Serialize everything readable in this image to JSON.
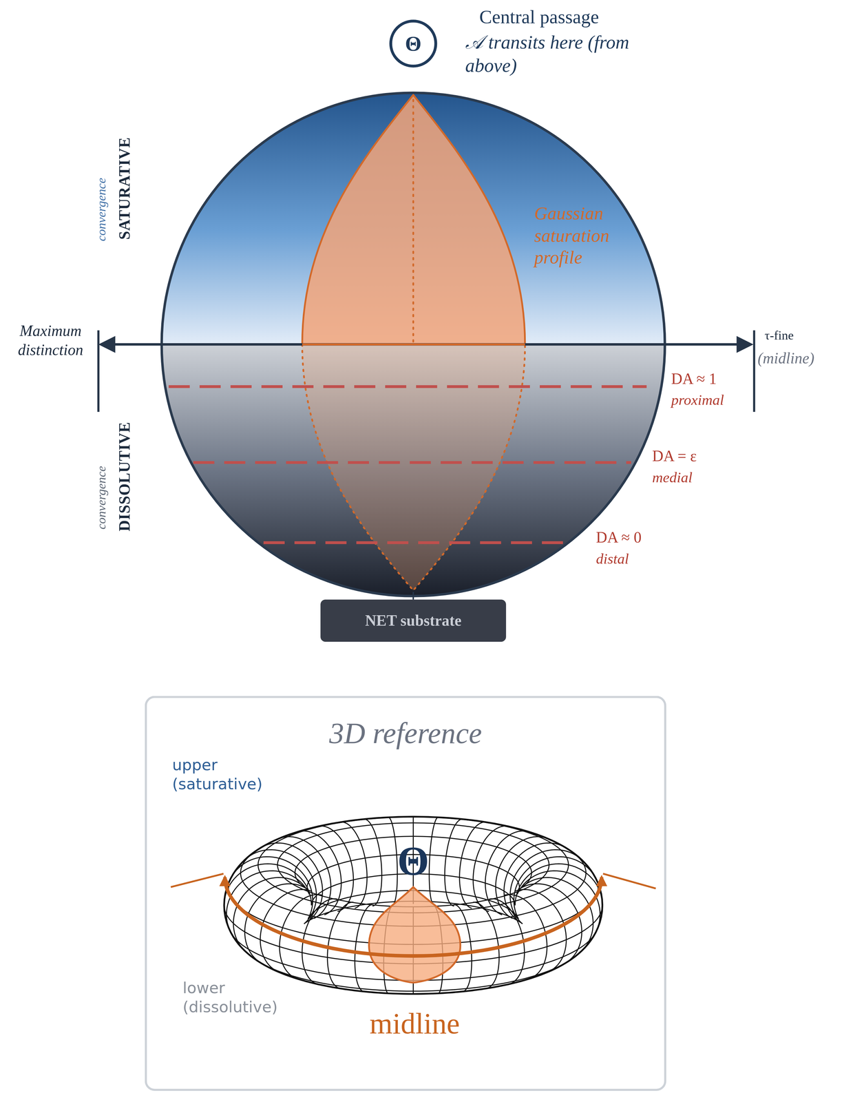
{
  "diagram": {
    "nodes": [
      {
        "text": [
          "Θ"
        ]
      },
      {
        "text": [
          "NET substrate"
        ]
      },
      {
        "text": [
          "3D reference"
        ]
      }
    ],
    "labels": [
      "Central passage",
      "𝒜 transits here (from above)",
      "convergence",
      "SATURATIVE",
      "Gaussian saturation profile",
      "Maximum distinction",
      "τ-fine",
      "(midline)",
      "DA ≈ 1",
      "proximal",
      "convergence",
      "DISSOLUTIVE",
      "DA = ε",
      "medial",
      "DA ≈ 0",
      "distal",
      "upper (saturative)",
      "Θ",
      "lower (dissolutive)",
      "midline"
    ]
  }
}
